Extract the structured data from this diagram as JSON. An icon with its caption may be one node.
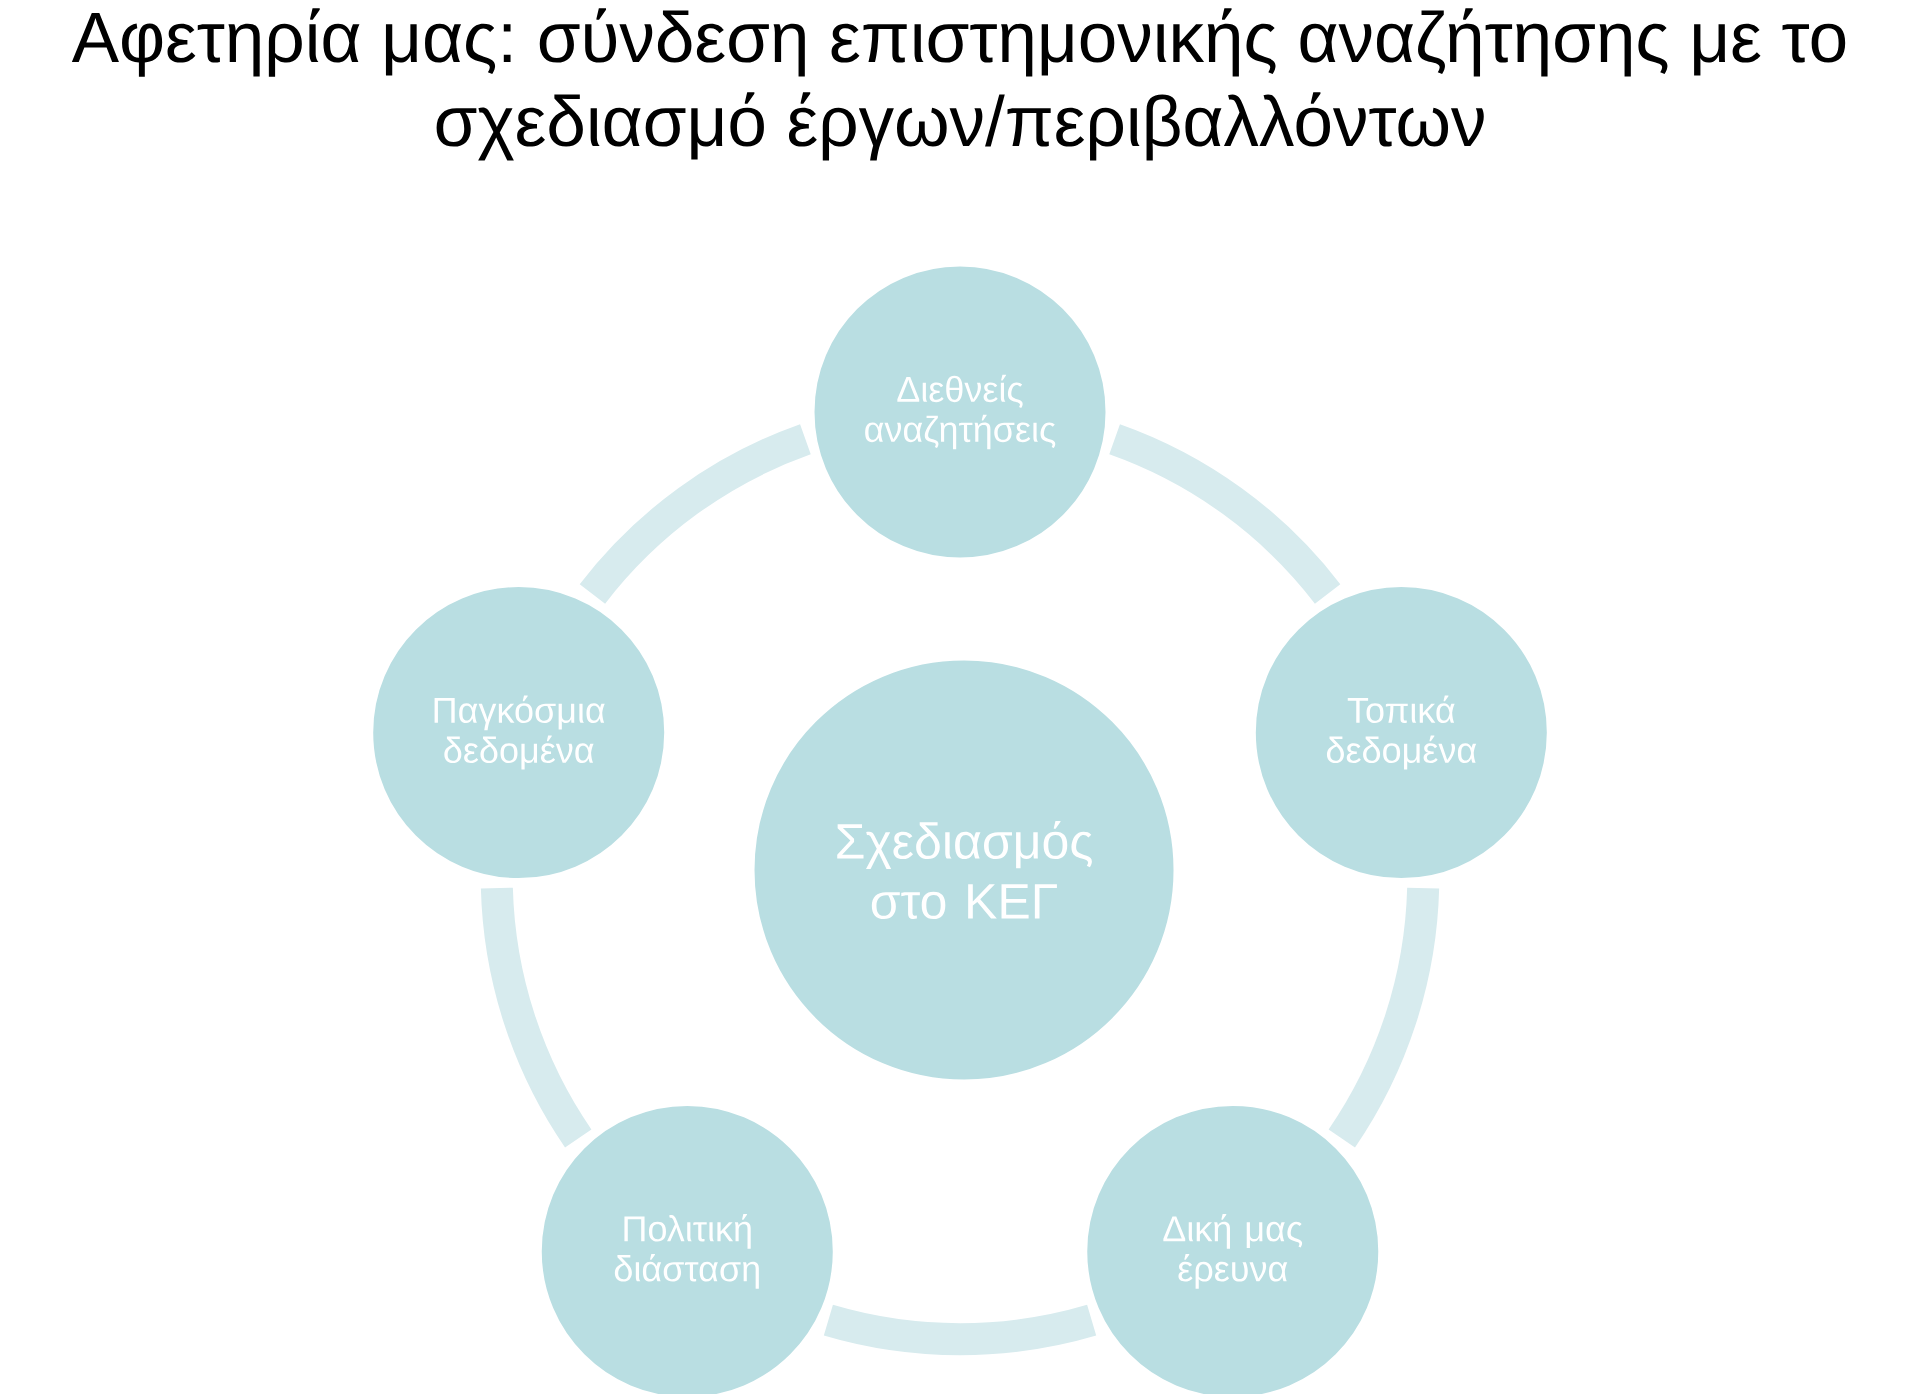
{
  "diagram": {
    "title": "Αφετηρία μας: σύνδεση επιστημονικής αναζήτησης με το σχεδιασμό έργων/περιβαλλόντων",
    "nodes": [
      {
        "text": [
          "Διεθνείς αναζητήσεις"
        ]
      },
      {
        "text": [
          "Παγκόσμια δεδομένα"
        ]
      },
      {
        "text": [
          "Τοπικά δεδομένα"
        ]
      },
      {
        "text": [
          "Σχεδιασμός στο ΚΕΓ"
        ]
      },
      {
        "text": [
          "Πολιτική διάσταση"
        ]
      },
      {
        "text": [
          "Δική μας έρευνα"
        ]
      }
    ],
    "edges": [
      {
        "from": 0,
        "to": 2,
        "arrow": "none"
      },
      {
        "from": 2,
        "to": 5,
        "arrow": "none"
      },
      {
        "from": 5,
        "to": 4,
        "arrow": "none"
      },
      {
        "from": 4,
        "to": 1,
        "arrow": "none"
      },
      {
        "from": 1,
        "to": 0,
        "arrow": "none"
      }
    ]
  }
}
